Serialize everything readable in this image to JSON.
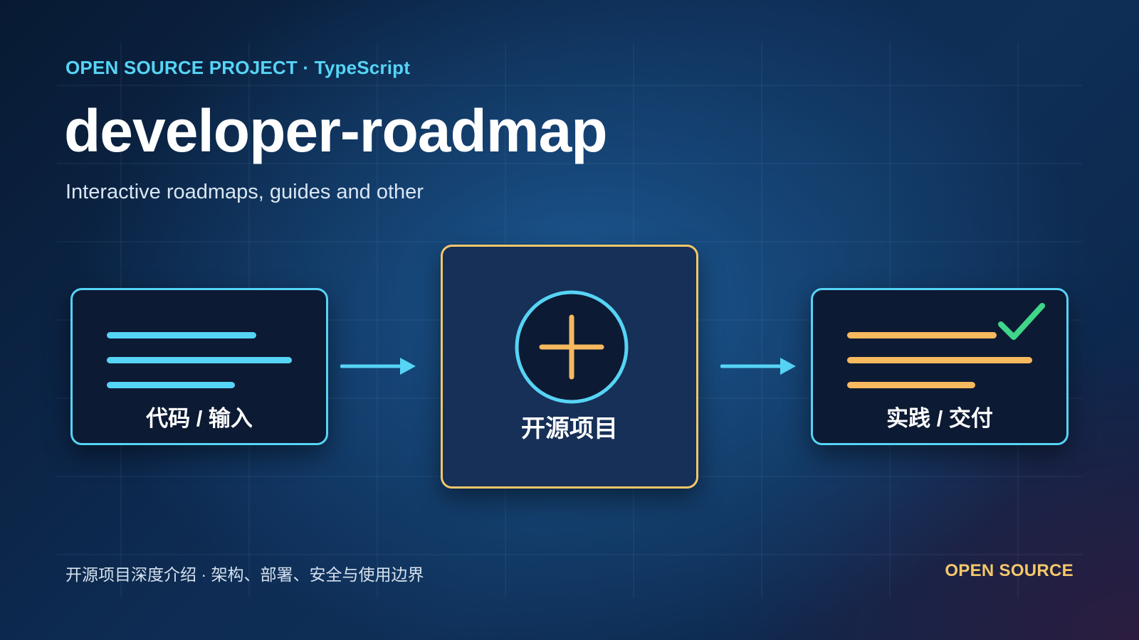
{
  "header": {
    "kicker": "OPEN SOURCE PROJECT · TypeScript",
    "title": "developer-roadmap",
    "subtitle": "Interactive roadmaps, guides and other"
  },
  "diagram": {
    "nodes": [
      {
        "id": "input",
        "label": "代码 / 输入",
        "icon": "text-lines-icon"
      },
      {
        "id": "project",
        "label": "开源项目",
        "icon": "plus-circle-icon"
      },
      {
        "id": "delivery",
        "label": "实践 / 交付",
        "icon": "checkmark-icon"
      }
    ],
    "edges": [
      {
        "from": "input",
        "to": "project"
      },
      {
        "from": "project",
        "to": "delivery"
      }
    ]
  },
  "footer": {
    "description": "开源项目深度介绍 · 架构、部署、安全与使用边界",
    "badge": "OPEN SOURCE"
  },
  "colors": {
    "accent_cyan": "#56d4f5",
    "accent_gold": "#f4c76a",
    "accent_orange": "#f7b95e",
    "check_green": "#3fd68a",
    "box_dark": "#0d1a33",
    "box_center": "#163057"
  }
}
